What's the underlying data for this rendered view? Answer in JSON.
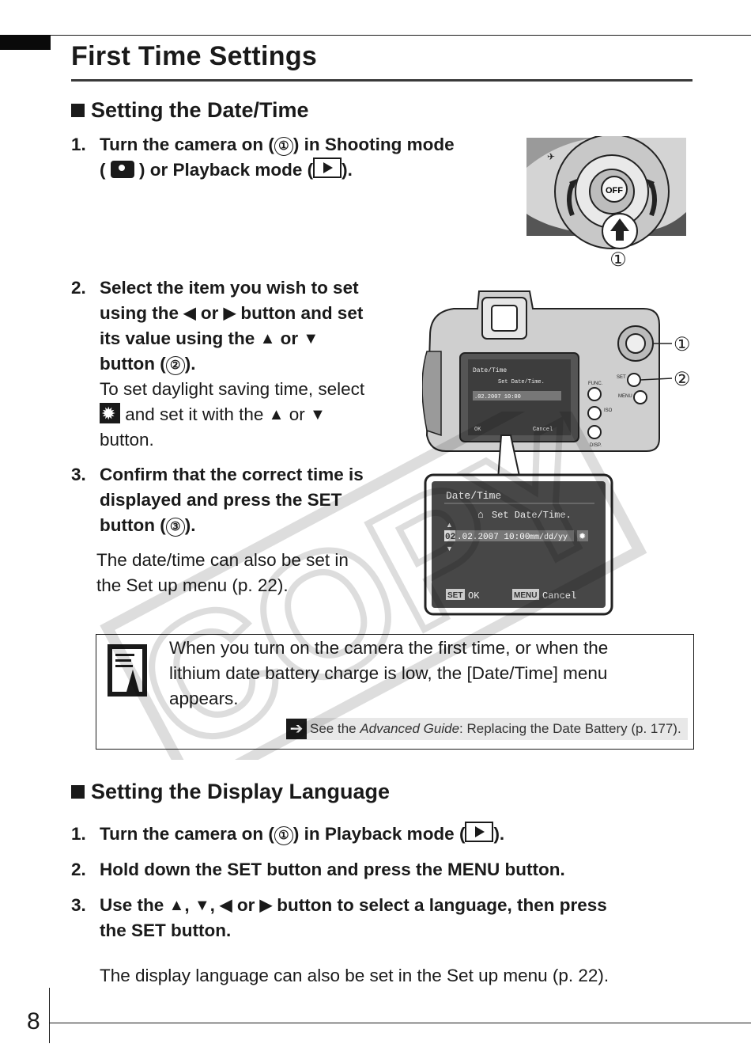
{
  "header": {
    "title": "First Time Settings"
  },
  "section1": {
    "heading": "Setting the Date/Time",
    "steps": [
      {
        "num": "1.",
        "line1": "Turn the camera on (",
        "line1_mid": ") in Shooting mode",
        "line2_a": "(",
        "line2_b": ") or Playback mode (",
        "line2_c": ")."
      },
      {
        "num": "2.",
        "l1": "Select the item you wish to set",
        "l2a": "using the",
        "l2b": "or",
        "l2c": "button and set",
        "l3a": "its value using the",
        "l3b": "or",
        "l4a": "button (",
        "l4b": ").",
        "sub1": "To set daylight saving time, select",
        "sub2a": "and set it with the",
        "sub2b": "or",
        "sub3": "button."
      },
      {
        "num": "3.",
        "l1": "Confirm that the correct time is",
        "l2": "displayed and press the SET",
        "l3a": "button (",
        "l3b": ")."
      }
    ],
    "after_text_1": "The date/time can also be set in",
    "after_text_2": "the Set up menu (p. 22)."
  },
  "figures": {
    "callout_1": "①",
    "callout_2": "②",
    "circled_3": "③",
    "off_label": "OFF",
    "func_label": "FUNC.",
    "set_label": "SET",
    "menu_label": "MENU",
    "iso_label": "ISO",
    "disp_label": "DISP."
  },
  "lcd": {
    "title": "Date/Time",
    "subtitle": "Set Date/Time.",
    "day": "02",
    "rest": ".02.2007 10:00",
    "format": "mm/dd/yy",
    "ok": "OK",
    "cancel": "Cancel",
    "set_btn": "SET",
    "menu_btn": "MENU"
  },
  "note": {
    "text_1": "When you turn on the camera the first time, or when the",
    "text_2": "lithium date battery charge is low, the [Date/Time] menu",
    "text_3": "appears.",
    "ref_prefix": "See the ",
    "ref_italic": "Advanced Guide",
    "ref_rest": ": Replacing the Date Battery (p. 177)."
  },
  "section2": {
    "heading": "Setting the Display Language",
    "step1": {
      "num": "1.",
      "a": "Turn the camera on (",
      "b": ") in Playback mode (",
      "c": ")."
    },
    "step2": {
      "num": "2.",
      "text": "Hold down the SET button and press the MENU button."
    },
    "step3": {
      "num": "3.",
      "a": "Use the",
      "b": "or",
      "c": "button to select a language, then press",
      "d": "the SET button."
    },
    "after_text": "The display language can also be set in the Set up menu (p. 22)."
  },
  "watermark": "COPY",
  "footer": {
    "page_number": "8"
  }
}
